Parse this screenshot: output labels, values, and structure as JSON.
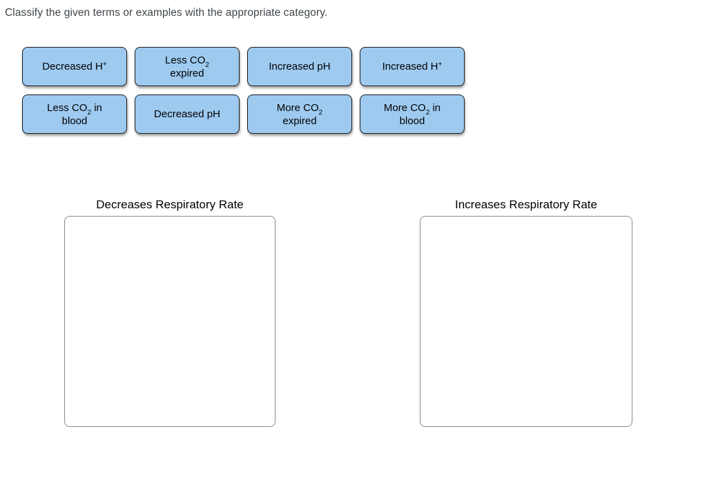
{
  "title": "Classify the given terms or examples with the appropriate category.",
  "colors": {
    "chip_fill": "#9ECAF0",
    "chip_border": "#1B1B1B",
    "chip_text": "#000000",
    "box_border": "#8A8A8A",
    "title_text": "#3E4449",
    "category_label_text": "#000000"
  },
  "chips": [
    {
      "text": "Decreased H⁺",
      "lines": [
        [
          {
            "t": "Decreased H"
          },
          {
            "t": "+",
            "script": "sup"
          }
        ]
      ]
    },
    {
      "text": "Less CO₂ expired",
      "lines": [
        [
          {
            "t": "Less CO"
          },
          {
            "t": "2",
            "script": "sub"
          }
        ],
        [
          {
            "t": "expired"
          }
        ]
      ]
    },
    {
      "text": "Increased pH",
      "lines": [
        [
          {
            "t": "Increased pH"
          }
        ]
      ]
    },
    {
      "text": "Increased H⁺",
      "lines": [
        [
          {
            "t": "Increased H"
          },
          {
            "t": "+",
            "script": "sup"
          }
        ]
      ]
    },
    {
      "text": "Less CO₂ in blood",
      "lines": [
        [
          {
            "t": "Less CO"
          },
          {
            "t": "2",
            "script": "sub"
          },
          {
            "t": " in"
          }
        ],
        [
          {
            "t": "blood"
          }
        ]
      ]
    },
    {
      "text": "Decreased pH",
      "lines": [
        [
          {
            "t": "Decreased pH"
          }
        ]
      ]
    },
    {
      "text": "More CO₂ expired",
      "lines": [
        [
          {
            "t": "More CO"
          },
          {
            "t": "2",
            "script": "sub"
          }
        ],
        [
          {
            "t": "expired"
          }
        ]
      ]
    },
    {
      "text": "More CO₂ in blood",
      "lines": [
        [
          {
            "t": "More CO"
          },
          {
            "t": "2",
            "script": "sub"
          },
          {
            "t": " in"
          }
        ],
        [
          {
            "t": "blood"
          }
        ]
      ]
    }
  ],
  "categories": [
    {
      "label": "Decreases Respiratory Rate"
    },
    {
      "label": "Increases Respiratory Rate"
    }
  ]
}
